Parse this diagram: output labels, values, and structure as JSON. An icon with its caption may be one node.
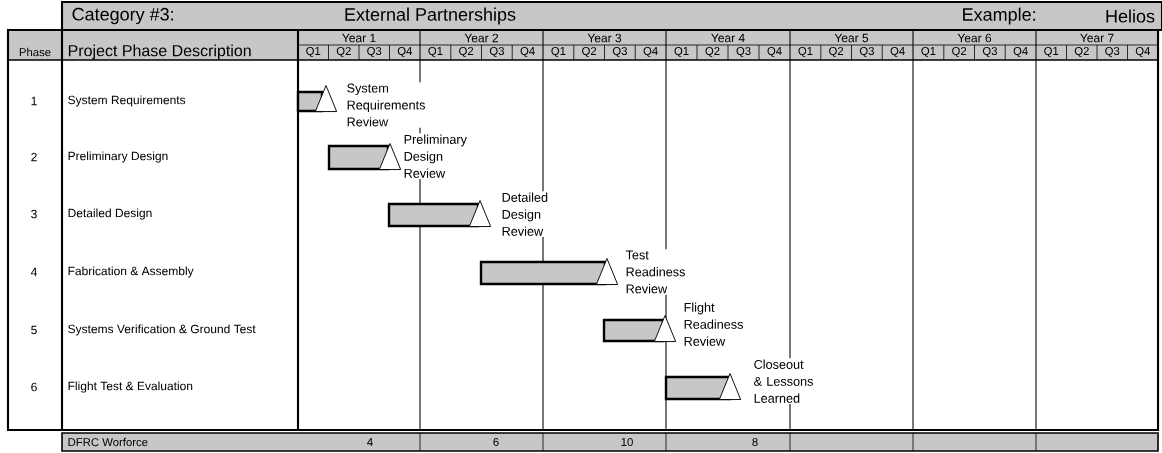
{
  "diagram": {
    "nodes": [
      {
        "text": [],
        "shape": "bar"
      },
      {
        "text": [],
        "shape": "triangle",
        "beside": [
          "System Requirements Review"
        ]
      },
      {
        "text": [],
        "shape": "bar"
      },
      {
        "text": [],
        "shape": "triangle",
        "beside": [
          "Preliminary Design Review"
        ]
      },
      {
        "text": [],
        "shape": "bar"
      },
      {
        "text": [],
        "shape": "triangle",
        "beside": [
          "Detailed Design Review"
        ]
      },
      {
        "text": [],
        "shape": "bar"
      },
      {
        "text": [],
        "shape": "triangle",
        "beside": [
          "Test Readiness Review"
        ]
      },
      {
        "text": [],
        "shape": "bar"
      },
      {
        "text": [],
        "shape": "triangle",
        "beside": [
          "Flight Readiness Review"
        ]
      },
      {
        "text": [],
        "shape": "bar"
      },
      {
        "text": [],
        "shape": "triangle",
        "beside": [
          "Closeout & Lessons Learned"
        ]
      }
    ],
    "edges": [],
    "labels": [
      "Category #3:",
      "External Partnerships",
      "Example:",
      "Helios",
      "Phase",
      "Project Phase Description",
      "Year 1",
      "Year 2",
      "Year 3",
      "Year 4",
      "Year 5",
      "Year 6",
      "Year 7",
      "Q1",
      "Q2",
      "Q3",
      "Q4",
      "Q1",
      "Q2",
      "Q3",
      "Q4",
      "Q1",
      "Q2",
      "Q3",
      "Q4",
      "Q1",
      "Q2",
      "Q3",
      "Q4",
      "Q1",
      "Q2",
      "Q3",
      "Q4",
      "Q1",
      "Q2",
      "Q3",
      "Q4",
      "Q1",
      "Q2",
      "Q3",
      "Q4",
      "1",
      "System Requirements",
      "2",
      "Preliminary Design",
      "3",
      "Detailed Design",
      "4",
      "Fabrication & Assembly",
      "5",
      "Systems Verification & Ground Test",
      "6",
      "Flight Test & Evaluation",
      "DFRC Worforce",
      "4",
      "6",
      "10",
      "8"
    ]
  }
}
